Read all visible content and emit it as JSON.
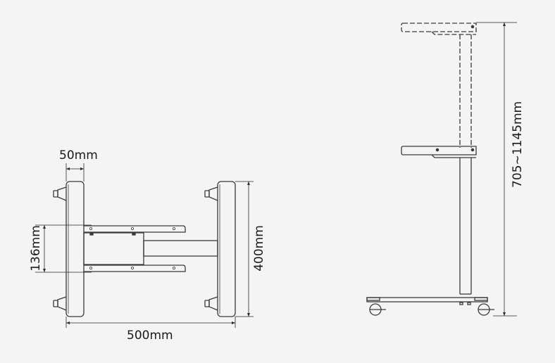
{
  "diagram": {
    "background": "#f4f4f4",
    "line_color": "#3a3a3a",
    "top_view": {
      "width_label": "500mm",
      "depth_label": "400mm",
      "leg_width_label": "50mm",
      "plate_width_label": "136mm"
    },
    "side_view": {
      "height_label": "705~1145mm"
    }
  }
}
